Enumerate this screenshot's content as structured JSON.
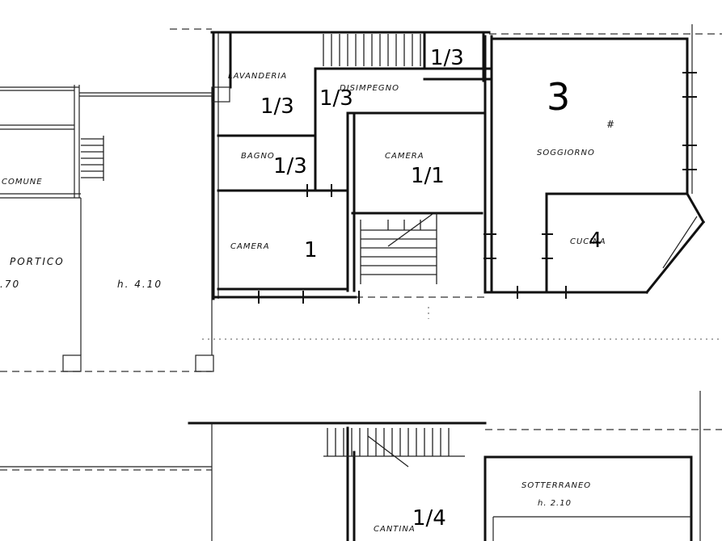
{
  "rooms": {
    "lavanderia": "LAVANDERIA",
    "disimpegno": "DISIMPEGNO",
    "bagno": "BAGNO",
    "camera_center": "CAMERA",
    "camera_left": "CAMERA",
    "soggiorno": "SOGGIORNO",
    "cucina": "CUCINA",
    "portico": "PORTICO",
    "comune": "COMUNE",
    "sotterraneo": "SOTTERRANEO",
    "cantina": "CANTINA"
  },
  "heights": {
    "portico_h": "h. 4.10",
    "portico_left": ".70",
    "sotterraneo_h": "h. 2.10"
  },
  "annotations": {
    "nb1": "1/3",
    "nb2": "1/3",
    "nb3": "1/3",
    "nb4": "1/3",
    "soggiorno_number": "3",
    "soggiorno_mark": "#",
    "camera_center_mark": "1/1",
    "camera_left_mark": "1",
    "cucina_mark": "4",
    "cantina_mark": "1/4"
  }
}
